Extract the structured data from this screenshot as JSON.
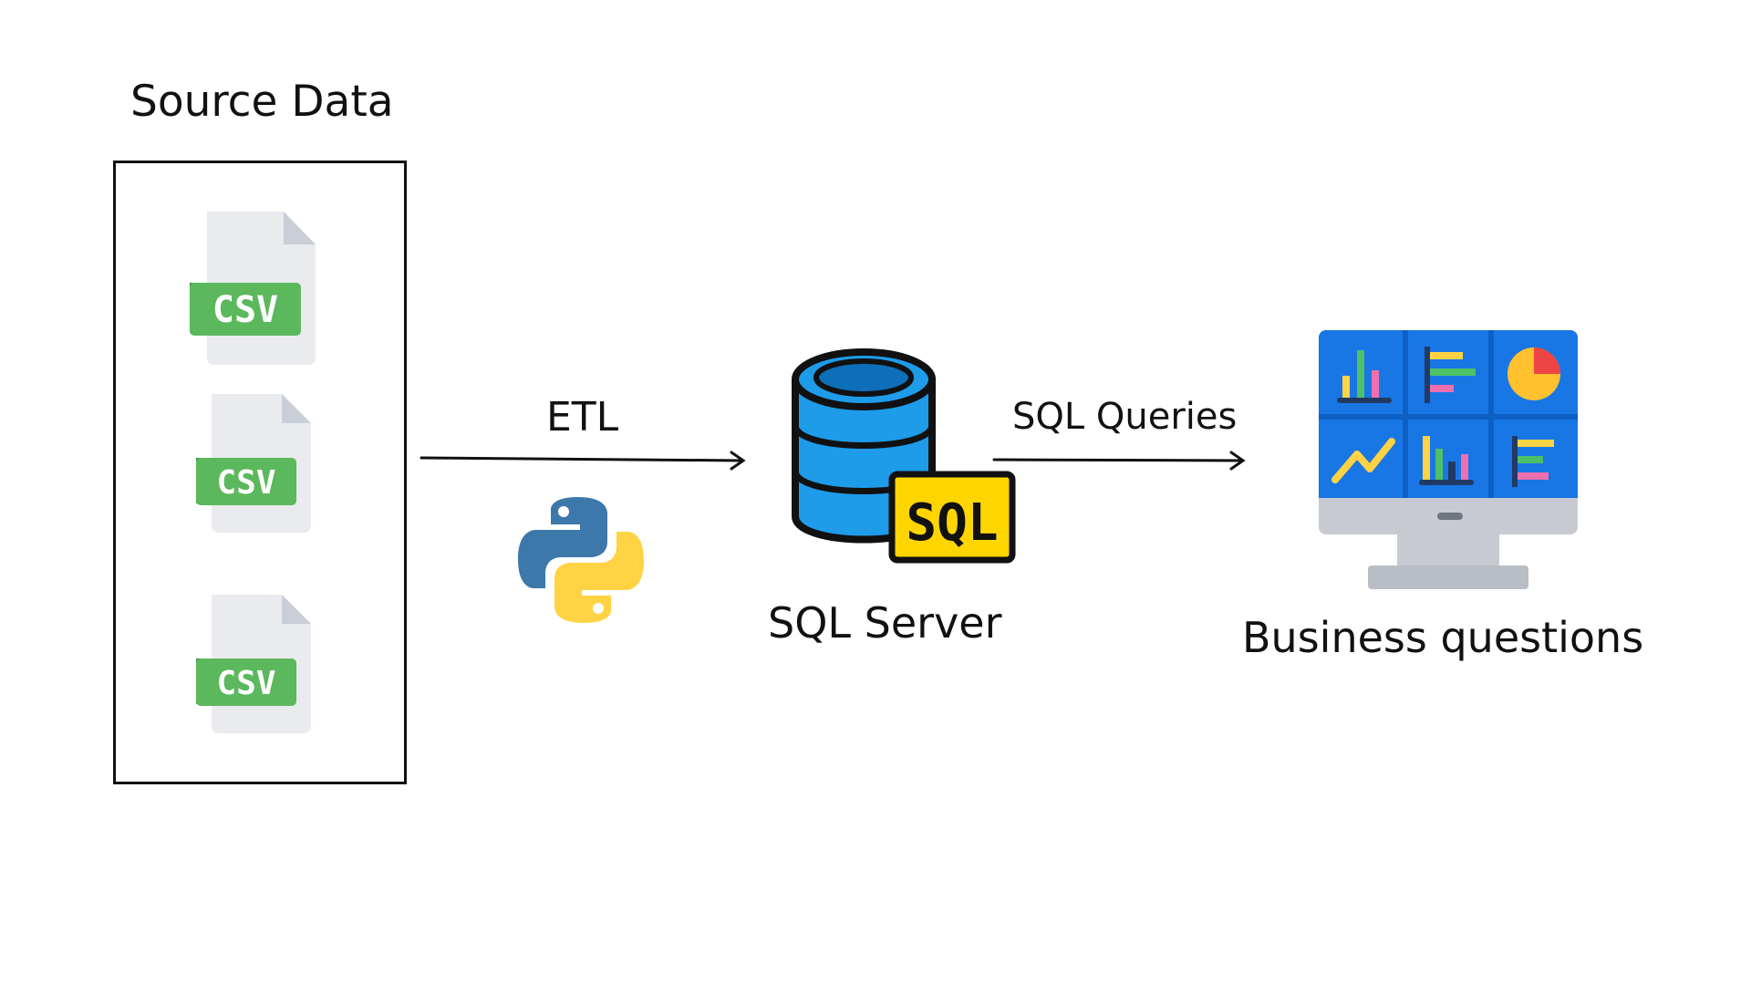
{
  "diagram": {
    "source_title": "Source Data",
    "etl_label": "ETL",
    "db_label": "SQL Server",
    "queries_label": "SQL Queries",
    "output_label": "Business questions",
    "file_badge": "CSV",
    "db_badge": "SQL"
  },
  "icons": {
    "files": [
      "csv-file-icon",
      "csv-file-icon",
      "csv-file-icon"
    ],
    "tool": "python-logo-icon",
    "database": "database-icon",
    "dashboard": "dashboard-monitor-icon"
  },
  "colors": {
    "file_page": "#e9ebef",
    "file_fold": "#c9ced7",
    "csv_green": "#5cb85c",
    "csv_green_dark": "#3f8f47",
    "db_blue": "#1e9be9",
    "sql_yellow": "#ffd500",
    "python_blue": "#3d78ab",
    "python_yellow": "#ffd343",
    "monitor_blue": "#1976e5",
    "monitor_gray": "#c7cbd1"
  }
}
